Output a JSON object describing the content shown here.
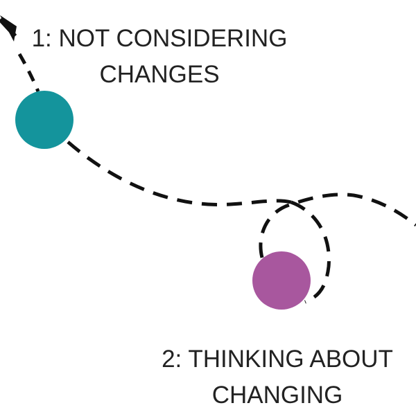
{
  "stages": [
    {
      "line1": "1: NOT CONSIDERING",
      "line2": "CHANGES",
      "color": "#14949c"
    },
    {
      "line1": "2: THINKING ABOUT",
      "line2": "CHANGING",
      "color": "#a8579e"
    }
  ],
  "path_style": {
    "color": "#111111",
    "dashed": true
  }
}
